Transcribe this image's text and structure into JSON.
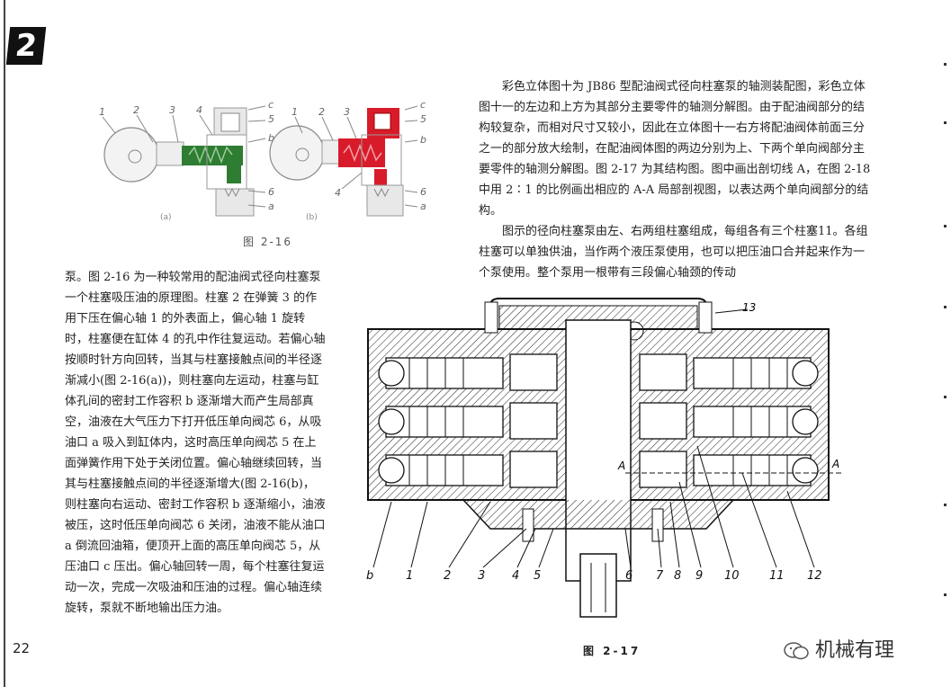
{
  "chapter_mark": "2",
  "figure_2_16": {
    "caption": "图 2-16",
    "left_labels": [
      "1",
      "2",
      "3",
      "4",
      "c",
      "5",
      "b",
      "6",
      "a"
    ],
    "right_labels": [
      "1",
      "2",
      "3",
      "c",
      "5",
      "b",
      "4",
      "6",
      "a"
    ],
    "sub_a": "(a)",
    "sub_b": "(b)",
    "colors": {
      "left_fill": "#2e7d32",
      "right_fill": "#d81b2a"
    }
  },
  "left_text": "泵。图 2-16 为一种较常用的配油阀式径向柱塞泵一个柱塞吸压油的原理图。柱塞 2 在弹簧 3 的作用下压在偏心轴 1 的外表面上，偏心轴 1 旋转时，柱塞便在缸体 4 的孔中作往复运动。若偏心轴按顺时针方向回转，当其与柱塞接触点间的半径逐渐减小(图 2-16(a))，则柱塞向左运动，柱塞与缸体孔间的密封工作容积 b 逐渐增大而产生局部真空，油液在大气压力下打开低压单向阀芯 6，从吸油口 a 吸入到缸体内，这时高压单向阀芯 5 在上面弹簧作用下处于关闭位置。偏心轴继续回转，当其与柱塞接触点间的半径逐渐增大(图 2-16(b)，则柱塞向右运动、密封工作容积 b 逐渐缩小，油液被压，这时低压单向阀芯 6 关闭，油液不能从油口 a 倒流回油箱，便顶开上面的高压单向阀芯 5，从压油口 c 压出。偏心轴回转一周，每个柱塞往复运动一次，完成一次吸油和压油的过程。偏心轴连续旋转，泵就不断地输出压力油。",
  "right_text": [
    "彩色立体图十为 JB86 型配油阀式径向柱塞泵的轴测装配图，彩色立体图十一的左边和上方为其部分主要零件的轴测分解图。由于配油阀部分的结构较复杂，而相对尺寸又较小，因此在立体图十一右方将配油阀体前面三分之一的部分放大绘制，在配油阀体图的两边分别为上、下两个单向阀部分主要零件的轴测分解图。图 2-17 为其结构图。图中画出剖切线 A，在图 2-18 中用 2∶1 的比例画出相应的 A-A 局部剖视图，以表达两个单向阀部分的结构。",
    "图示的径向柱塞泵由左、右两组柱塞组成，每组各有三个柱塞11。各组柱塞可以单独供油，当作两个液压泵使用，也可以把压油口合并起来作为一个泵使用。整个泵用一根带有三段偏心轴颈的传动"
  ],
  "figure_2_17": {
    "caption": "图 2-17",
    "top_label": "13",
    "section_left": "A",
    "section_right": "A",
    "bottom_labels": [
      "b",
      "1",
      "2",
      "3",
      "4",
      "5",
      "6",
      "7",
      "8",
      "9",
      "10",
      "11",
      "12"
    ]
  },
  "page_number": "22",
  "watermark": "机械有理"
}
